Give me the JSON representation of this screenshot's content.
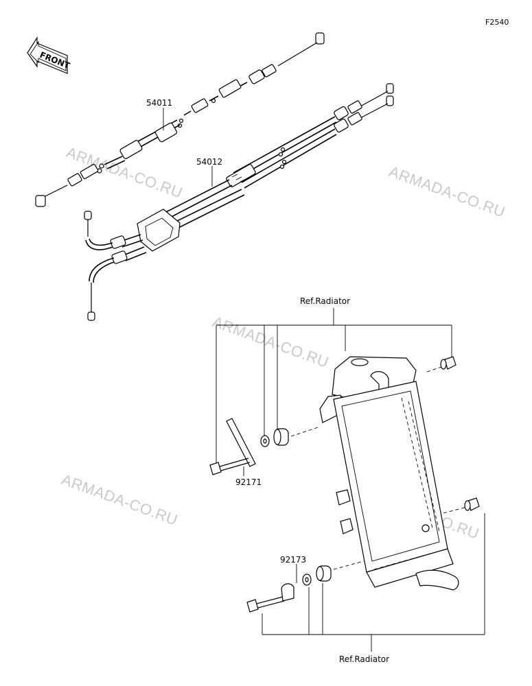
{
  "figure_code": "F2540",
  "front_label": "FRONT",
  "watermark": "ARMADA-CO.RU",
  "parts": {
    "throttle_cable_1": "54011",
    "throttle_cable_2": "54012",
    "bolt_upper": "92171",
    "bolt_lower": "92173"
  },
  "references": {
    "ref_top": "Ref.Radiator",
    "ref_bottom": "Ref.Radiator"
  }
}
